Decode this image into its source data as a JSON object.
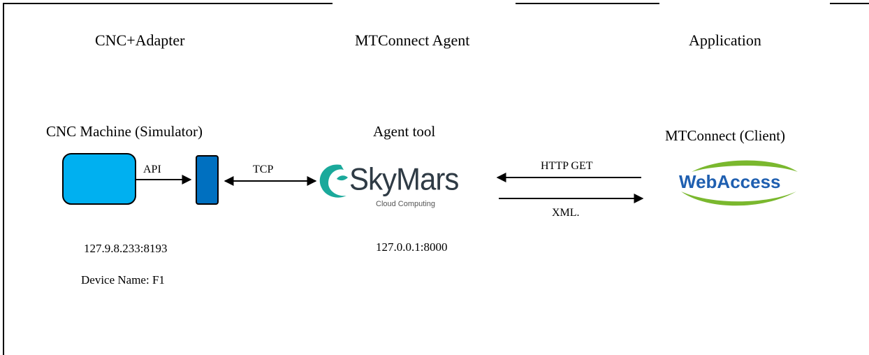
{
  "columns": {
    "left": "CNC+Adapter",
    "middle": "MTConnect Agent",
    "right": "Application"
  },
  "left": {
    "title": "CNC Machine (Simulator)",
    "api_label": "API",
    "tcp_label": "TCP",
    "address": "127.9.8.233:8193",
    "device": "Device Name: F1"
  },
  "middle": {
    "title": "Agent tool",
    "logo_main": "SkyMars",
    "logo_sub": "Cloud Computing",
    "address": "127.0.0.1:8000"
  },
  "links": {
    "http_get": "HTTP GET",
    "xml": "XML."
  },
  "right": {
    "title": "MTConnect (Client)",
    "logo_text": "WebAccess"
  },
  "colors": {
    "cnc_box": "#00b0f0",
    "adapter_box": "#0070c0",
    "skymars": "#2f3b45",
    "skymars_swoosh": "#1aa99b",
    "webaccess_blue": "#1f5fb0",
    "webaccess_green": "#7ab82e"
  }
}
